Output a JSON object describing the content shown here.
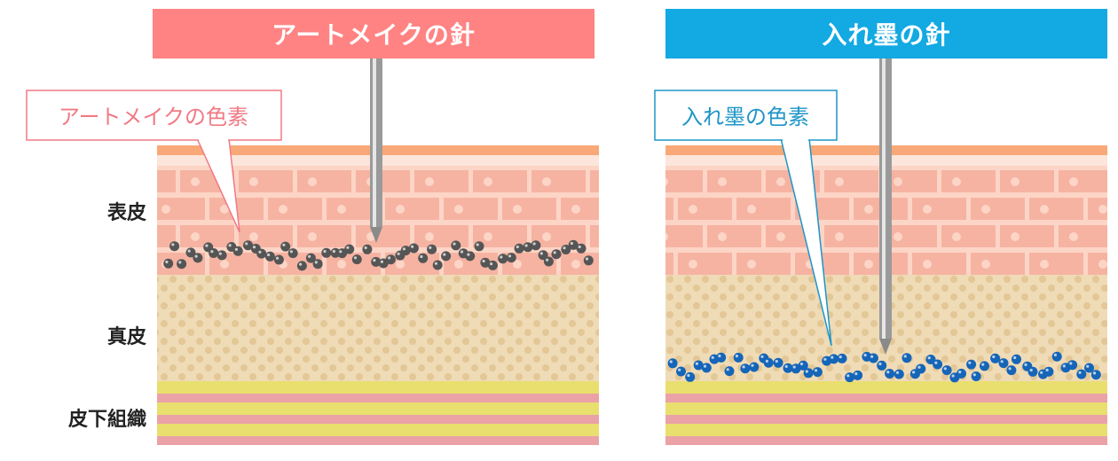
{
  "panels": [
    {
      "title": "アートメイクの針",
      "title_color": "#FF8383",
      "callout": "アートメイクの色素",
      "callout_color": "#F07A85",
      "pigment_color": "#555555",
      "pigment_layer": "表皮"
    },
    {
      "title": "入れ墨の針",
      "title_color": "#13A9E3",
      "callout": "入れ墨の色素",
      "callout_color": "#1E95C8",
      "pigment_color": "#1565B8",
      "pigment_layer": "真皮"
    }
  ],
  "layers": {
    "epidermis": "表皮",
    "dermis": "真皮",
    "subcutaneous": "皮下組織"
  },
  "colors": {
    "surface": "#F8A977",
    "epidermis": "#F6B3A2",
    "dermis": "#EFDBB6",
    "stripe_yellow": "#E8DF6E",
    "stripe_pink": "#EAA2A7"
  }
}
